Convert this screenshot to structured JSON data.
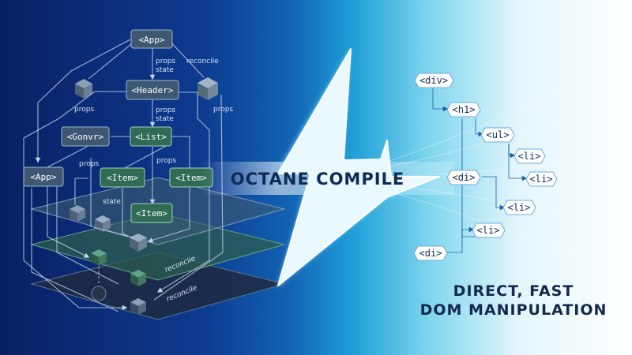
{
  "left_tree": {
    "nodes": {
      "app_top": "<App>",
      "header": "<Header>",
      "gonvr": "<Gonvr>",
      "list": "<List>",
      "app_left": "<App>",
      "item_a": "<Item>",
      "item_b": "<Item>",
      "item_c": "<Item>"
    },
    "edge_labels": {
      "props_state_1": [
        "props",
        "state"
      ],
      "props_state_2": [
        "props",
        "state"
      ],
      "reconcile_top": "reconcile",
      "props_left": "props",
      "props_right": "props",
      "props_mid": "props",
      "props_item": "props",
      "state_stack": "state",
      "reconcile_stack_1": "reconcile",
      "reconcile_stack_2": "reconcile"
    }
  },
  "compile_label": "OCTANE COMPILE",
  "right_tree": {
    "nodes": [
      "<div>",
      "<h1>",
      "<ul>",
      "<li>",
      "<li>",
      "<di>",
      "<li>",
      "<li>",
      "<di>"
    ]
  },
  "caption": {
    "line1": "DIRECT, FAST",
    "line2": "DOM MANIPULATION"
  },
  "colors": {
    "left_node_fill": "#3e5873",
    "green_node_fill": "#2f6b55",
    "right_node_fill": "#ffffff",
    "caption_text": "#13274f"
  }
}
